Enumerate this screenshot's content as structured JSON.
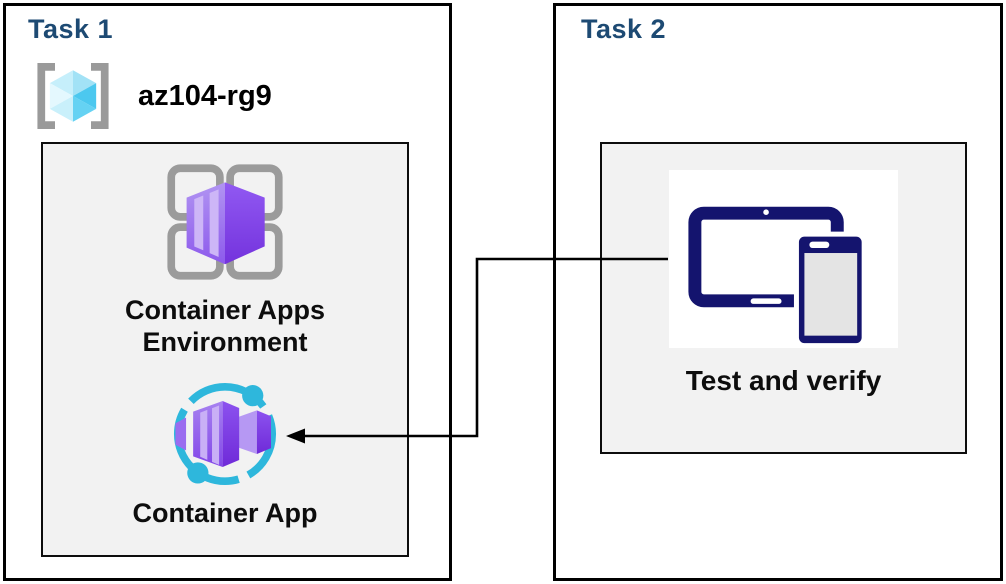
{
  "task1": {
    "title": "Task 1",
    "resource_group": {
      "name": "az104-rg9",
      "icon": "resource-group-icon"
    },
    "nodes": {
      "environment": {
        "label": "Container Apps Environment",
        "icon": "container-apps-environment-icon"
      },
      "app": {
        "label": "Container App",
        "icon": "container-app-icon"
      }
    }
  },
  "task2": {
    "title": "Task 2",
    "nodes": {
      "test": {
        "label": "Test and verify",
        "icon": "tablet-and-phone-icon"
      }
    }
  },
  "connector": {
    "from": "test-node",
    "to": "container-app-node",
    "style": "elbow-arrow"
  },
  "colors": {
    "title_blue": "#1d4a73",
    "panel_border": "#000000",
    "inner_box_fill": "#f2f2f2",
    "icon_gray": "#9b9b9b",
    "purple_light": "#ab8bf0",
    "purple_dark": "#7433dd",
    "cyan": "#2eb7dc",
    "cube_blue": "#4cc8ef",
    "device_navy": "#14146e",
    "arrow": "#000000"
  }
}
